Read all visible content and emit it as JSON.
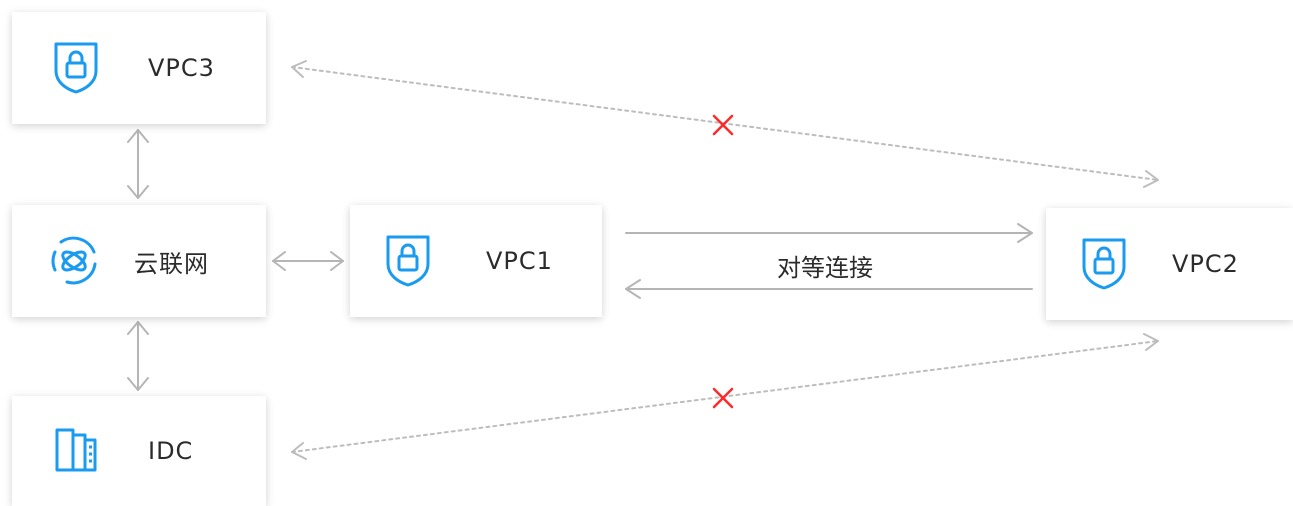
{
  "nodes": {
    "vpc3": {
      "label": "VPC3",
      "icon": "vpc-shield-lock-icon"
    },
    "ccn": {
      "label": "云联网",
      "icon": "cloud-connect-network-icon"
    },
    "idc": {
      "label": "IDC",
      "icon": "idc-building-icon"
    },
    "vpc1": {
      "label": "VPC1",
      "icon": "vpc-shield-lock-icon"
    },
    "vpc2": {
      "label": "VPC2",
      "icon": "vpc-shield-lock-icon"
    }
  },
  "edges": {
    "peering_label": "对等连接",
    "blocked_marker": "x"
  },
  "colors": {
    "icon_blue": "#1a9bf0",
    "arrow_gray": "#b5b5b5",
    "dotted_gray": "#bdbdbd",
    "blocked_red": "#ff2a2a",
    "text": "#2b2b2b"
  }
}
